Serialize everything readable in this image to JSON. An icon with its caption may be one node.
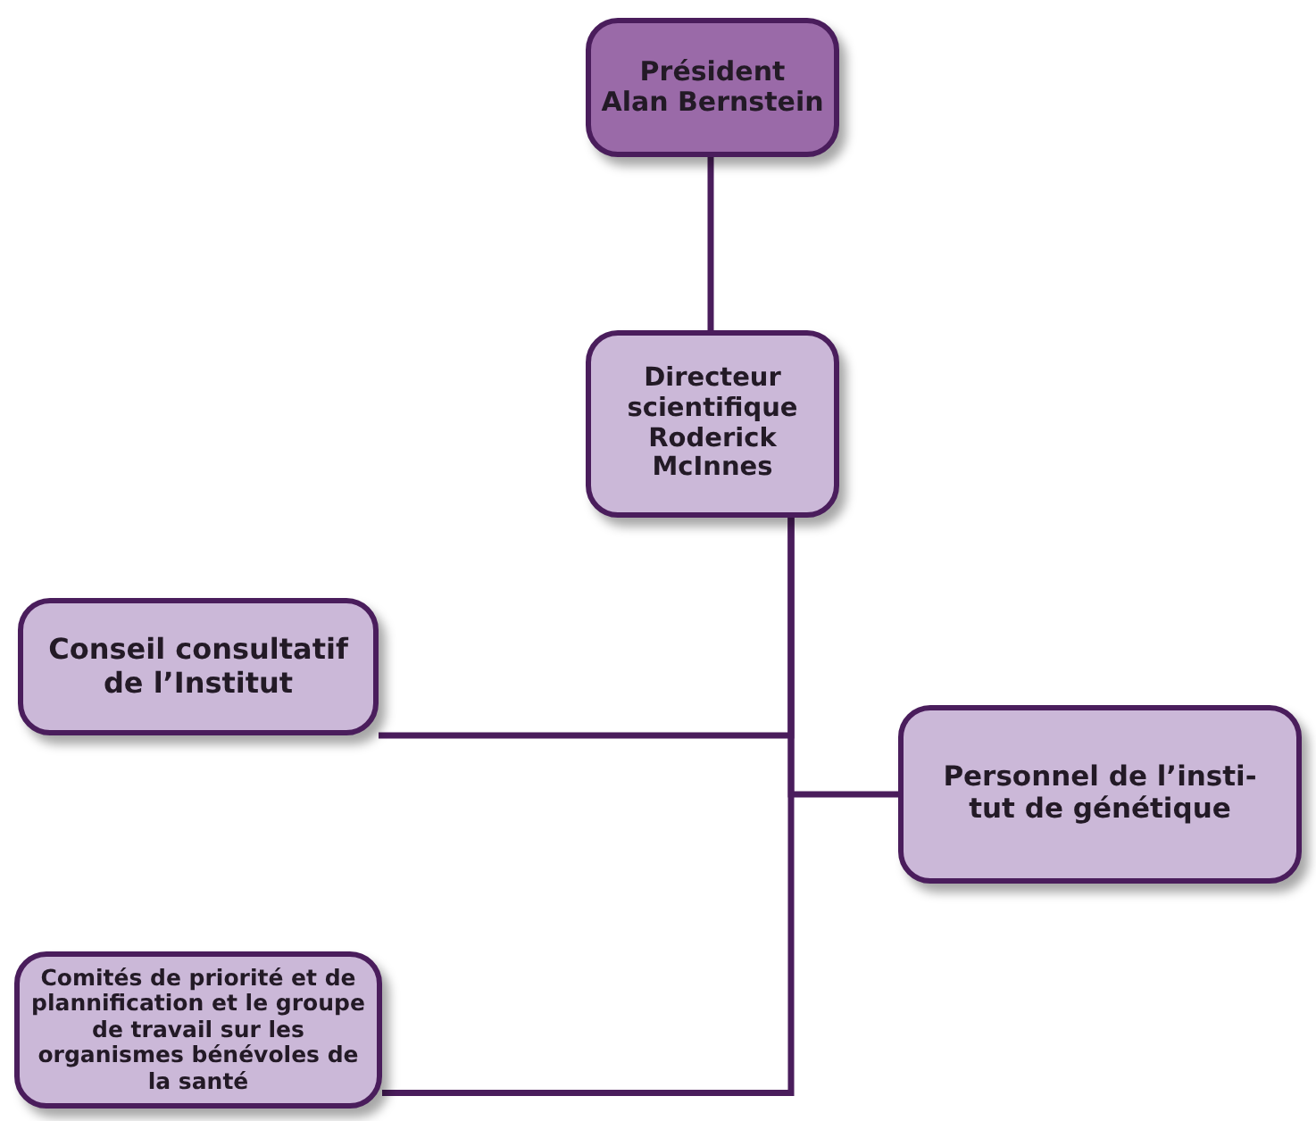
{
  "diagram": {
    "nodes": [
      {
        "text": [
          "Président",
          "Alan Bernstein"
        ]
      },
      {
        "text": [
          "Directeur scientifique",
          "Roderick McInnes"
        ]
      },
      {
        "text": [
          "Conseil consultatif de l’Institut"
        ]
      },
      {
        "text": [
          "Personnel de l’insti- tut de génétique"
        ]
      },
      {
        "text": [
          "Comités de priorité et de plannification et le groupe de travail sur les organismes bénévoles de la santé"
        ]
      }
    ],
    "edges": [
      {
        "from": 0,
        "to": 1,
        "arrow": "none"
      },
      {
        "from": 1,
        "to": 2,
        "arrow": "none"
      },
      {
        "from": 1,
        "to": 3,
        "arrow": "none"
      },
      {
        "from": 1,
        "to": 4,
        "arrow": "none"
      }
    ]
  }
}
